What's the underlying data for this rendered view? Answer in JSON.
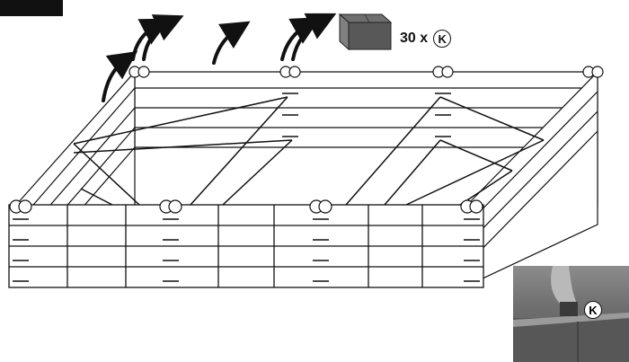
{
  "header": {
    "step_number": ""
  },
  "part_callout": {
    "quantity_text": "30 x",
    "part_letter": "K"
  },
  "photo_inset": {
    "part_letter": "K"
  }
}
